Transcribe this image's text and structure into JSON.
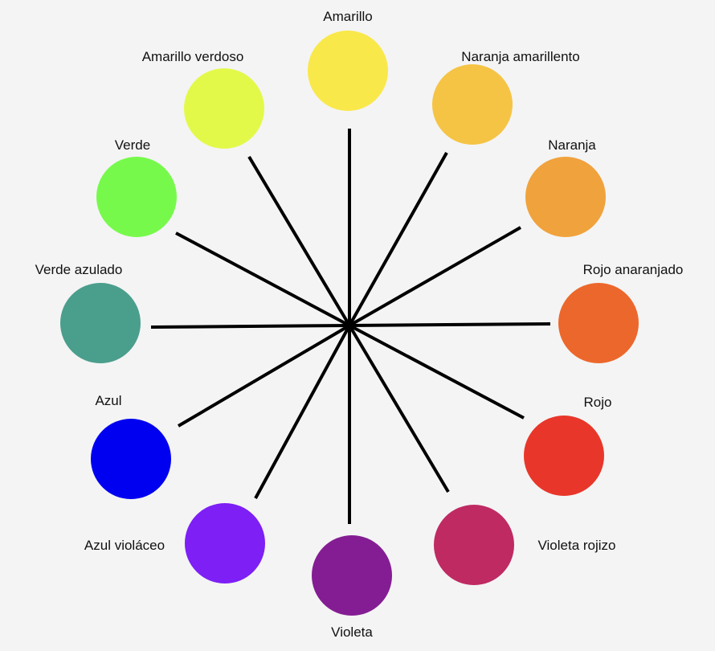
{
  "title": "Círculo cromático",
  "colors": [
    {
      "label": "Amarillo",
      "hex": "#f9e84a"
    },
    {
      "label": "Naranja amarillento",
      "hex": "#f5c444"
    },
    {
      "label": "Naranja",
      "hex": "#f0a23c"
    },
    {
      "label": "Rojo anaranjado",
      "hex": "#ec672c"
    },
    {
      "label": "Rojo",
      "hex": "#e8372a"
    },
    {
      "label": "Violeta rojizo",
      "hex": "#bf2a63"
    },
    {
      "label": "Violeta",
      "hex": "#841d93"
    },
    {
      "label": "Azul violáceo",
      "hex": "#7d1ff5"
    },
    {
      "label": "Azul",
      "hex": "#0000f0"
    },
    {
      "label": "Verde azulado",
      "hex": "#4a9e8c"
    },
    {
      "label": "Verde",
      "hex": "#77f94c"
    },
    {
      "label": "Amarillo verdoso",
      "hex": "#e3f94a"
    }
  ]
}
